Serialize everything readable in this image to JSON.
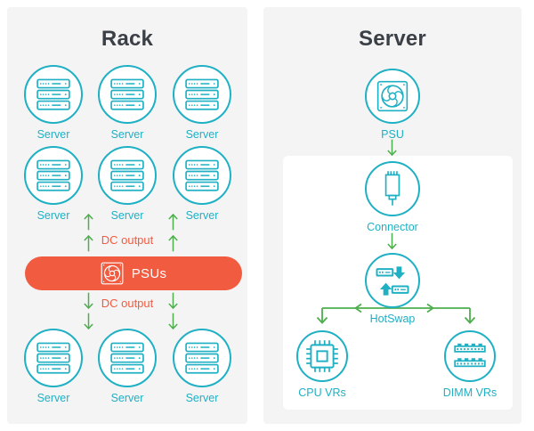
{
  "colors": {
    "teal": "#1FB0C4",
    "green": "#4FAE4D",
    "orange": "#F15B40",
    "heading": "#3B4046",
    "panel_bg": "#F4F4F5",
    "card_bg": "#FFFFFF"
  },
  "rack": {
    "title": "Rack",
    "server_label": "Server",
    "dc_output_top": "DC output",
    "dc_output_bottom": "DC output",
    "psus": {
      "label": "PSUs"
    }
  },
  "server": {
    "title": "Server",
    "nodes": {
      "psu": "PSU",
      "connector": "Connector",
      "hotswap": "HotSwap",
      "cpu_vrs": "CPU VRs",
      "dimm_vrs": "DIMM VRs"
    }
  },
  "icons": {
    "server": "server-stack-icon",
    "psu_fan": "psu-fan-icon",
    "connector": "connector-plug-icon",
    "hotswap": "hotswap-arrows-icon",
    "cpu": "cpu-chip-icon",
    "dimm": "dimm-memory-icon",
    "flow_up": "green-up-arrow",
    "flow_down": "green-down-arrow"
  }
}
